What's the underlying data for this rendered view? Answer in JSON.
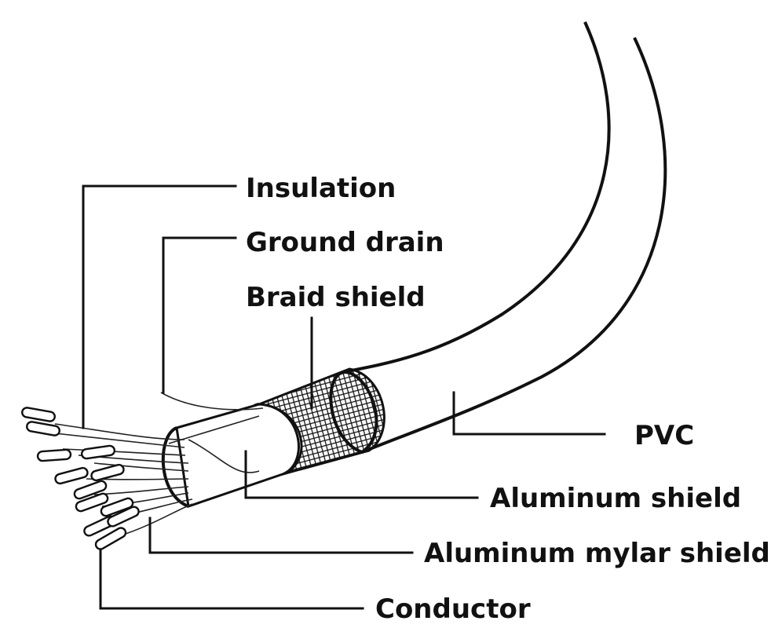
{
  "labels": {
    "insulation": "Insulation",
    "ground_drain": "Ground drain",
    "braid_shield": "Braid shield",
    "pvc": "PVC",
    "aluminum_shield": "Aluminum shield",
    "aluminum_mylar_shield": "Aluminum mylar shield",
    "conductor": "Conductor"
  },
  "colors": {
    "ink": "#111111",
    "background": "#ffffff"
  }
}
